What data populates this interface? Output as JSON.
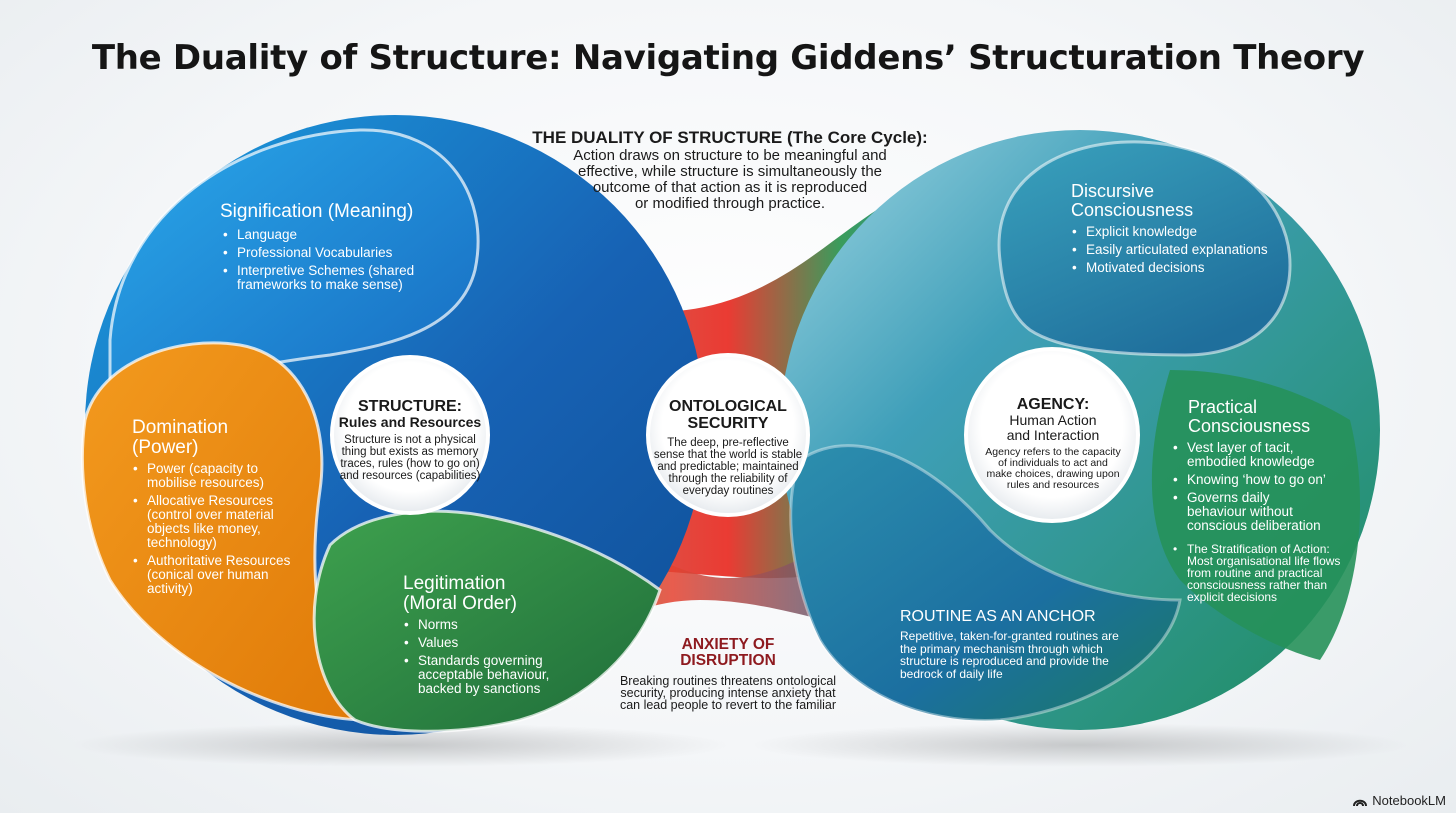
{
  "title": "The Duality of Structure: Navigating Giddens’ Structuration Theory",
  "core_cycle": {
    "heading": "THE DUALITY OF STRUCTURE (The Core Cycle):",
    "lines": [
      "Action draws on structure to be meaningful and",
      "effective, while structure is simultaneously the",
      "outcome of that action as it is reproduced",
      "or modified through practice."
    ]
  },
  "signification": {
    "title": "Signification (Meaning)",
    "items": [
      "Language",
      "Professional Vocabularies",
      "Interpretive Schemes (shared frameworks to make sense)"
    ]
  },
  "domination": {
    "title_lines": [
      "Domination",
      "(Power)"
    ],
    "items": [
      "Power (capacity to mobilise resources)",
      "Allocative Resources (control over material objects like money, technology)",
      "Authoritative Resources (conical over human activity)"
    ]
  },
  "legitimation": {
    "title_lines": [
      "Legitimation",
      "(Moral Order)"
    ],
    "items": [
      "Norms",
      "Values",
      "Standards governing acceptable behaviour, backed by sanctions"
    ]
  },
  "structure_hub": {
    "title": "STRUCTURE:",
    "subtitle": "Rules and Resources",
    "body": "Structure is not a physical thing but exists as memory traces, rules (how to go on) and resources (capabilities)"
  },
  "ontological_hub": {
    "title_lines": [
      "ONTOLOGICAL",
      "SECURITY"
    ],
    "body": "The deep, pre-reflective sense that the world is stable and predictable; maintained through the reliability of everyday routines"
  },
  "agency_hub": {
    "title": "AGENCY:",
    "subtitle_lines": [
      "Human Action",
      "and Interaction"
    ],
    "body": "Agency refers to the capacity of individuals to act and make choices, drawing upon rules and resources"
  },
  "discursive": {
    "title_lines": [
      "Discursive",
      "Consciousness"
    ],
    "items": [
      "Explicit knowledge",
      "Easily articulated explanations",
      "Motivated decisions"
    ]
  },
  "practical": {
    "title_lines": [
      "Practical",
      "Consciousness"
    ],
    "items": [
      "Vest layer of tacit, embodied knowledge",
      "Knowing ‘how to go on’",
      "Governs daily behaviour without conscious deliberation"
    ],
    "stratification": "The Stratification of Action: Most organisational life flows from routine and practical consciousness rather than explicit decisions"
  },
  "routine": {
    "title": "ROUTINE AS AN ANCHOR",
    "body": "Repetitive, taken-for-granted routines are the primary mechanism through which structure is reproduced and provide the bedrock of daily life"
  },
  "anxiety": {
    "title_lines": [
      "ANXIETY OF",
      "DISRUPTION"
    ],
    "body": "Breaking routines threatens ontological security, producing intense anxiety that can lead people to revert to the familiar"
  },
  "brand": {
    "label": "NotebookLM",
    "icon": "notebooklm-logo-icon"
  },
  "colors": {
    "blue": "#1f78c8",
    "orange": "#ef8a12",
    "green": "#2c8a45",
    "red": "#e3483c",
    "teal": "#2a8fa5",
    "dark_red": "#8e1a1f"
  }
}
